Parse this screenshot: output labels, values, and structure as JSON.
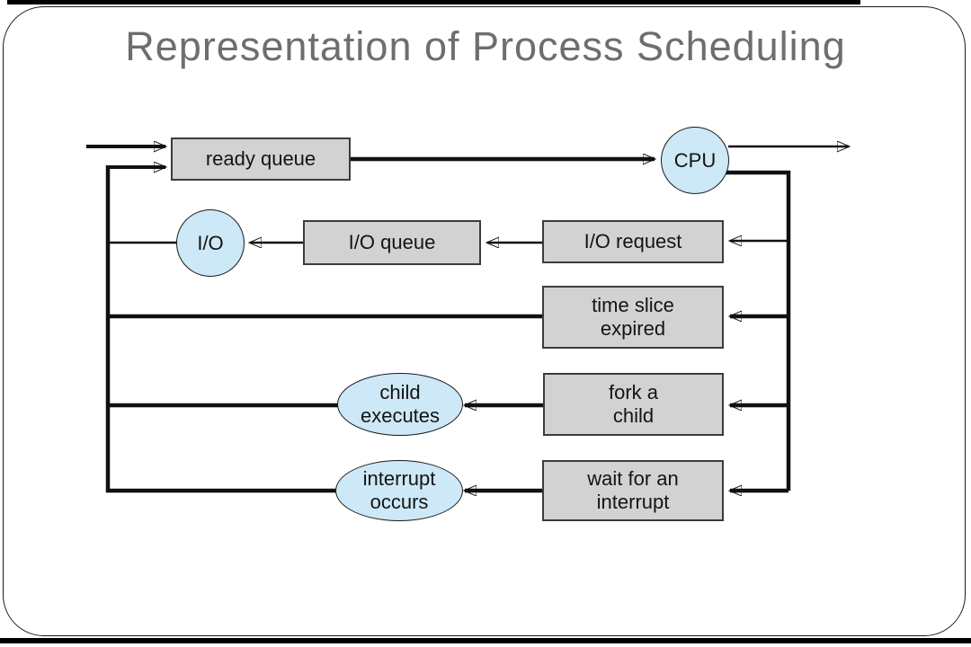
{
  "title": "Representation of Process Scheduling",
  "colors": {
    "box_fill": "#d2d2d2",
    "box_border": "#3c3c3c",
    "ellipse_fill": "#cde8f6",
    "ellipse_border": "#1a1a1a",
    "line": "#111111",
    "text": "#141414",
    "title_color": "#6e6e6e"
  },
  "nodes": {
    "ready_queue": {
      "label": "ready queue",
      "shape": "rect"
    },
    "cpu": {
      "label": "CPU",
      "shape": "circle"
    },
    "io": {
      "label": "I/O",
      "shape": "circle"
    },
    "io_queue": {
      "label": "I/O queue",
      "shape": "rect"
    },
    "io_request": {
      "label": "I/O request",
      "shape": "rect"
    },
    "time_slice": {
      "label": "time slice\nexpired",
      "shape": "rect"
    },
    "fork_child": {
      "label": "fork a\nchild",
      "shape": "rect"
    },
    "child_executes": {
      "label": "child\nexecutes",
      "shape": "ellipse"
    },
    "wait_interrupt": {
      "label": "wait for an\ninterrupt",
      "shape": "rect"
    },
    "interrupt_occurs": {
      "label": "interrupt\noccurs",
      "shape": "ellipse"
    }
  },
  "edges": [
    {
      "from": "external",
      "to": "ready_queue"
    },
    {
      "from": "feedback_left",
      "to": "ready_queue"
    },
    {
      "from": "ready_queue",
      "to": "cpu"
    },
    {
      "from": "cpu",
      "to": "exit"
    },
    {
      "from": "cpu",
      "to": "feedback_right"
    },
    {
      "from": "feedback_right",
      "to": "io_request"
    },
    {
      "from": "io_request",
      "to": "io_queue"
    },
    {
      "from": "io_queue",
      "to": "io"
    },
    {
      "from": "io",
      "to": "feedback_left"
    },
    {
      "from": "feedback_right",
      "to": "time_slice"
    },
    {
      "from": "time_slice",
      "to": "feedback_left"
    },
    {
      "from": "feedback_right",
      "to": "fork_child"
    },
    {
      "from": "fork_child",
      "to": "child_executes"
    },
    {
      "from": "child_executes",
      "to": "feedback_left"
    },
    {
      "from": "feedback_right",
      "to": "wait_interrupt"
    },
    {
      "from": "wait_interrupt",
      "to": "interrupt_occurs"
    },
    {
      "from": "interrupt_occurs",
      "to": "feedback_left"
    }
  ]
}
